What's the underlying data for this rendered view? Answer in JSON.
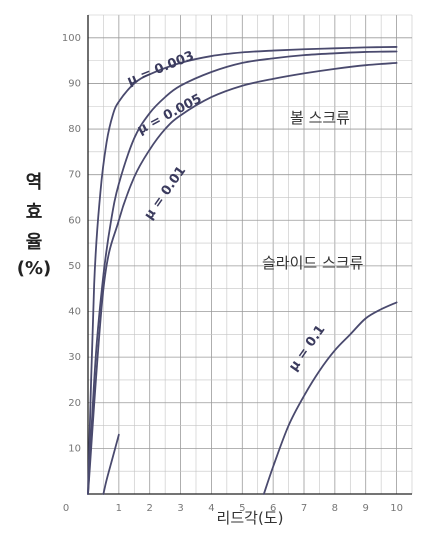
{
  "chart_data": {
    "type": "line",
    "title": "",
    "xlabel": "리드각(도)",
    "ylabel_lines": [
      "역",
      "효",
      "율",
      "(%)"
    ],
    "xlim": [
      0,
      10.5
    ],
    "ylim": [
      0,
      105
    ],
    "x_ticks": [
      "0",
      "1",
      "2",
      "3",
      "4",
      "5",
      "6",
      "7",
      "8",
      "9",
      "10"
    ],
    "y_ticks": [
      "10",
      "20",
      "30",
      "40",
      "50",
      "60",
      "70",
      "80",
      "90",
      "100"
    ],
    "grid": true,
    "series": [
      {
        "name": "μ = 0.003",
        "x": [
          0,
          0.2,
          0.4,
          0.6,
          0.8,
          1,
          1.5,
          2,
          3,
          4,
          5,
          6,
          7,
          8,
          9,
          10
        ],
        "y": [
          0,
          46,
          66,
          77,
          83,
          86,
          90,
          92,
          94.5,
          96,
          96.8,
          97.2,
          97.5,
          97.7,
          97.9,
          98
        ]
      },
      {
        "name": "μ = 0.005",
        "x": [
          0,
          0.25,
          0.5,
          0.75,
          1,
          1.5,
          2,
          2.5,
          3,
          4,
          5,
          6,
          7,
          8,
          9,
          10
        ],
        "y": [
          0,
          30,
          48,
          60,
          68,
          78,
          83.5,
          87,
          89.5,
          92.5,
          94.5,
          95.5,
          96.2,
          96.6,
          96.9,
          97
        ]
      },
      {
        "name": "μ = 0.01",
        "x": [
          0,
          0.5,
          1,
          1.5,
          2,
          2.5,
          3,
          4,
          5,
          6,
          7,
          8,
          9,
          10
        ],
        "y": [
          0,
          45,
          60,
          69.5,
          75.5,
          80,
          83,
          87,
          89.5,
          91,
          92.2,
          93.2,
          94,
          94.5
        ]
      },
      {
        "name": "μ = 0.1",
        "x": [
          0.5,
          0.6,
          0.8,
          1
        ],
        "y": [
          0,
          3,
          8,
          13
        ],
        "note": "small near-vertical branch close to origin"
      },
      {
        "name": "μ = 0.1",
        "x": [
          5.7,
          6,
          6.5,
          7,
          7.5,
          8,
          8.5,
          9,
          9.5,
          10
        ],
        "y": [
          0,
          6,
          15,
          21.5,
          27,
          31.5,
          35,
          38.5,
          40.5,
          42
        ]
      }
    ],
    "annotations": [
      "볼 스크류",
      "슬라이드 스크류"
    ]
  }
}
